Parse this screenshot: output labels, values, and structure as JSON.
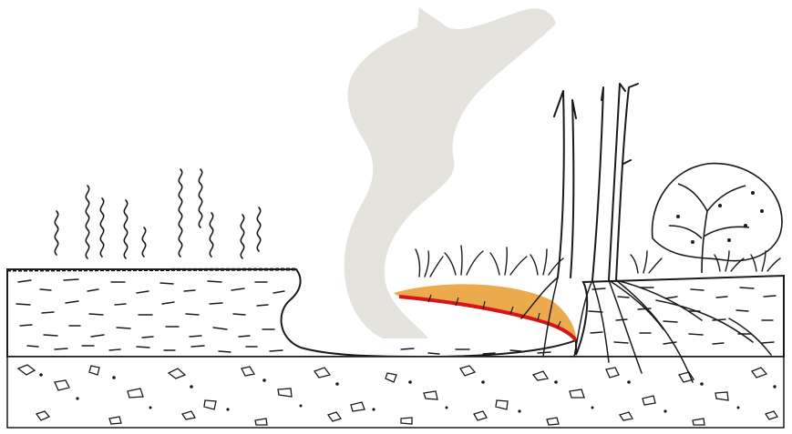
{
  "illustration": {
    "elements": [
      "smoke-plume",
      "heat-haze-wisps",
      "burned-peat-surface",
      "peat-layer",
      "mineral-soil-layer",
      "smoldering-front",
      "grass-tufts",
      "dead-snags",
      "root-system",
      "shrub"
    ],
    "colors": {
      "ink": "#1a1a1a",
      "smoke": "#e4e3dd",
      "smolder_core": "#d8141b",
      "smolder_glow": "#e9a23a",
      "background": "#ffffff"
    }
  }
}
